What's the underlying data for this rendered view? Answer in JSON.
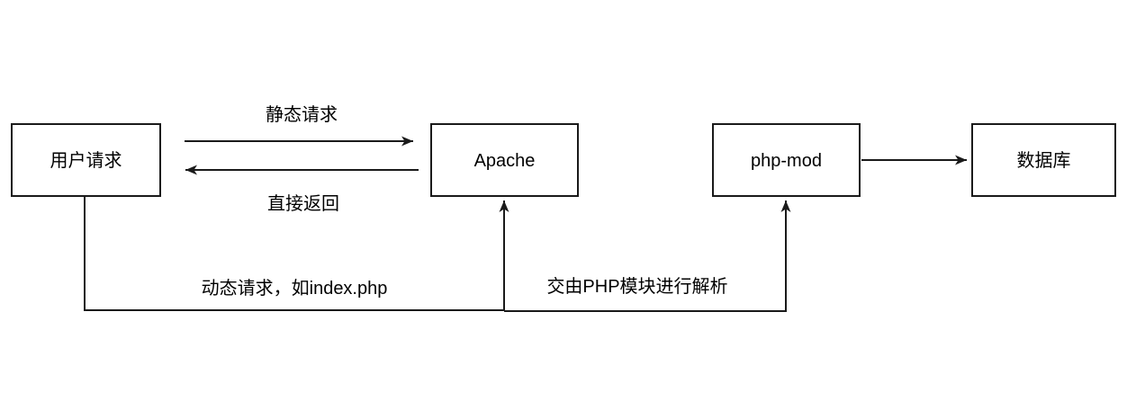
{
  "canvas": {
    "background": "#ffffff",
    "stroke_color": "#1a1a1a",
    "text_color": "#000000"
  },
  "nodes": [
    {
      "id": "user-request",
      "label": "用户请求"
    },
    {
      "id": "apache",
      "label": "Apache"
    },
    {
      "id": "php-mod",
      "label": "php-mod"
    },
    {
      "id": "database",
      "label": "数据库"
    }
  ],
  "edge_labels": {
    "static_request": "静态请求",
    "direct_return": "直接返回",
    "dynamic_request": "动态请求，如index.php",
    "php_parse": "交由PHP模块进行解析"
  }
}
